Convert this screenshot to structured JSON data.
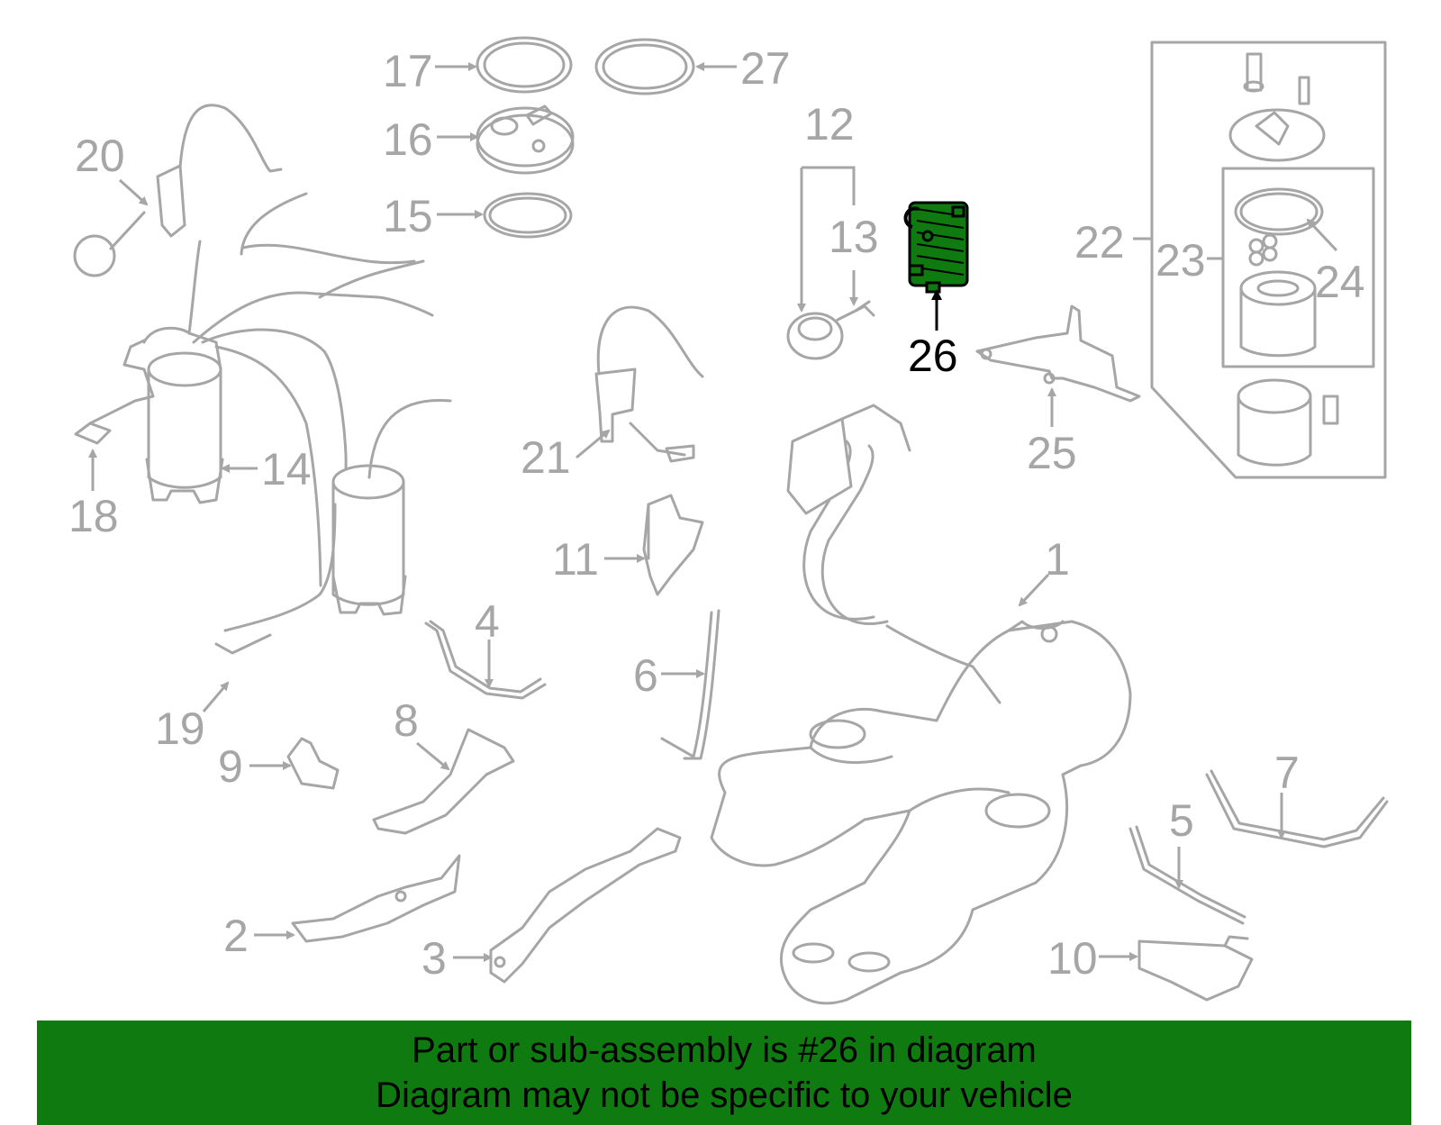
{
  "diagram": {
    "highlighted_part": "26",
    "colors": {
      "parts": "#a6a6a6",
      "highlight_stroke": "#000000",
      "highlight_fill": "#0f7a0f",
      "banner": "#0f7a0f"
    },
    "labels": [
      "1",
      "2",
      "3",
      "4",
      "5",
      "6",
      "7",
      "8",
      "9",
      "10",
      "11",
      "12",
      "13",
      "14",
      "15",
      "16",
      "17",
      "18",
      "19",
      "20",
      "21",
      "22",
      "23",
      "24",
      "25",
      "26",
      "27"
    ]
  },
  "banner": {
    "line1": "Part or sub-assembly is #26 in diagram",
    "line2": "Diagram may not be specific to your vehicle"
  }
}
